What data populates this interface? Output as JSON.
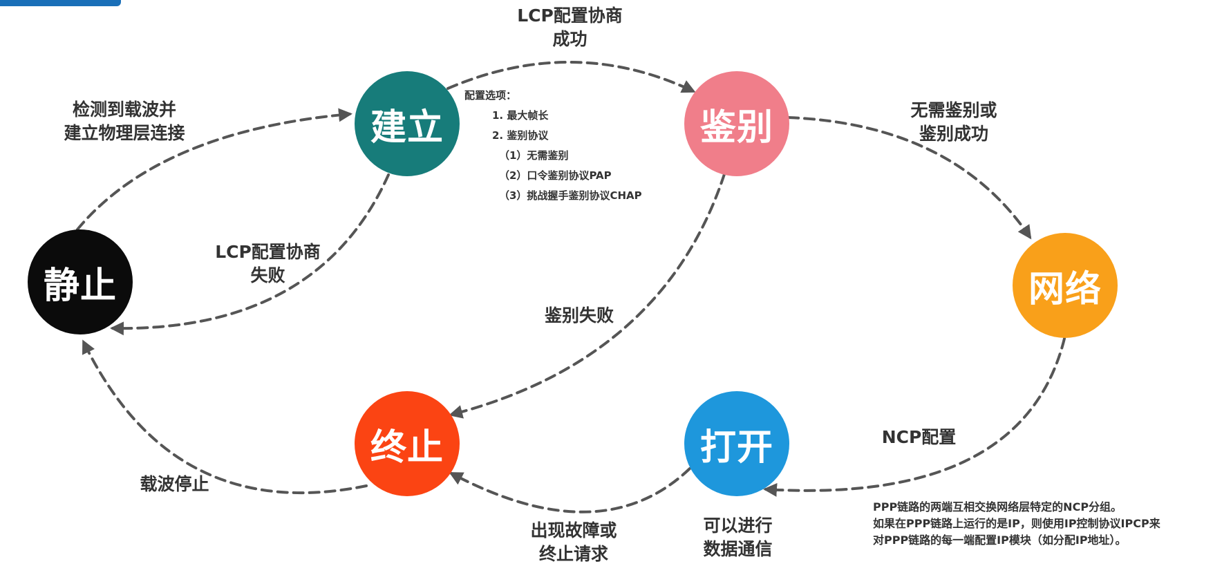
{
  "nodes": {
    "dead": {
      "label": "静止",
      "color": "#0b0b0b"
    },
    "establish": {
      "label": "建立",
      "color": "#177c7a"
    },
    "auth": {
      "label": "鉴别",
      "color": "#f07e8a"
    },
    "network": {
      "label": "网络",
      "color": "#f9a01a"
    },
    "open": {
      "label": "打开",
      "color": "#1e97dc"
    },
    "terminate": {
      "label": "终止",
      "color": "#fb4413"
    }
  },
  "transitions": {
    "dead_to_establish": [
      "检测到载波并",
      "建立物理层连接"
    ],
    "establish_to_auth": [
      "LCP配置协商",
      "成功"
    ],
    "establish_to_dead": [
      "LCP配置协商",
      "失败"
    ],
    "auth_to_network": [
      "无需鉴别或",
      "鉴别成功"
    ],
    "auth_to_terminate": [
      "鉴别失败"
    ],
    "network_to_open": [
      "NCP配置"
    ],
    "open_to_terminate": [
      "出现故障或",
      "终止请求"
    ],
    "open_note": [
      "可以进行",
      "数据通信"
    ],
    "terminate_to_dead": [
      "载波停止"
    ]
  },
  "config_options": {
    "title": "配置选项：",
    "items": [
      "1. 最大帧长",
      "2. 鉴别协议",
      "（1）无需鉴别",
      "（2）口令鉴别协议PAP",
      "（3）挑战握手鉴别协议CHAP"
    ]
  },
  "ncp_note": [
    "PPP链路的两端互相交换网络层特定的NCP分组。",
    "如果在PPP链路上运行的是IP，则使用IP控制协议IPCP来",
    "对PPP链路的每一端配置IP模块（如分配IP地址）。"
  ],
  "arrow_color": "#555555"
}
